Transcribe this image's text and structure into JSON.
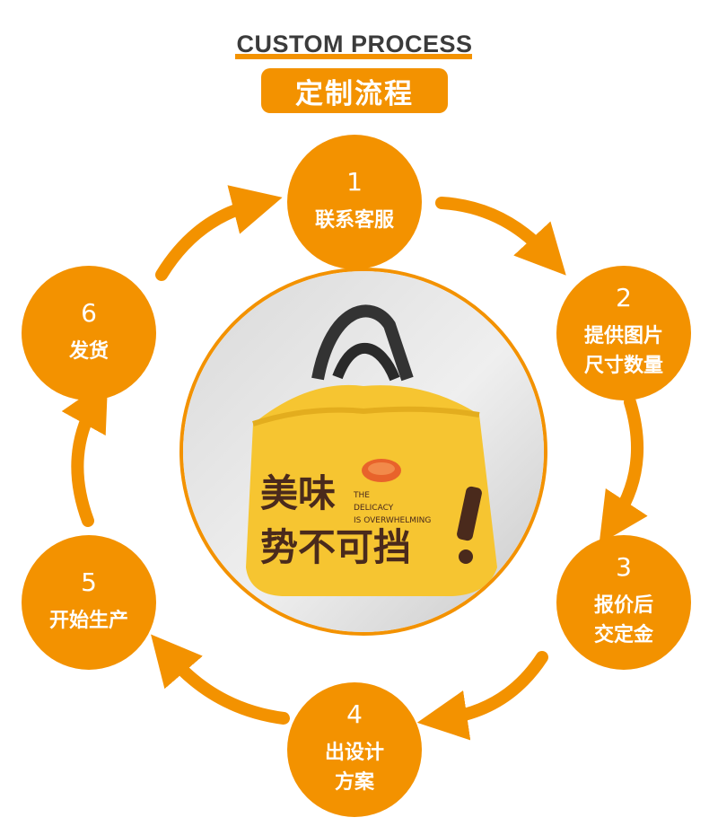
{
  "header": {
    "title_en": "CUSTOM PROCESS",
    "title_zh": "定制流程"
  },
  "steps": [
    {
      "number": "1",
      "label": "联系客服"
    },
    {
      "number": "2",
      "label": "提供图片\n尺寸数量"
    },
    {
      "number": "3",
      "label": "报价后\n交定金"
    },
    {
      "number": "4",
      "label": "出设计\n方案"
    },
    {
      "number": "5",
      "label": "开始生产"
    },
    {
      "number": "6",
      "label": "发货"
    }
  ],
  "photo": {
    "bag_text_line1": "美味",
    "bag_text_line2": "势不可挡",
    "bag_small_en": [
      "THE",
      "DELICACY",
      "IS OVERWHELMING"
    ]
  },
  "colors": {
    "accent": "#f39200",
    "bag_yellow": "#f6c531",
    "bag_text": "#4a2a1c",
    "heading": "#3b3b3b"
  }
}
